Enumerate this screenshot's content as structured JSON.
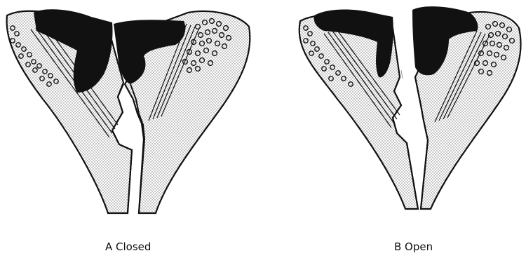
{
  "figure": {
    "panels": [
      {
        "id": "A",
        "label": "A Closed"
      },
      {
        "id": "B",
        "label": "B Open"
      }
    ]
  },
  "colors": {
    "ink": "#111111",
    "stipple": "#cfcfcf",
    "background": "#ffffff"
  }
}
